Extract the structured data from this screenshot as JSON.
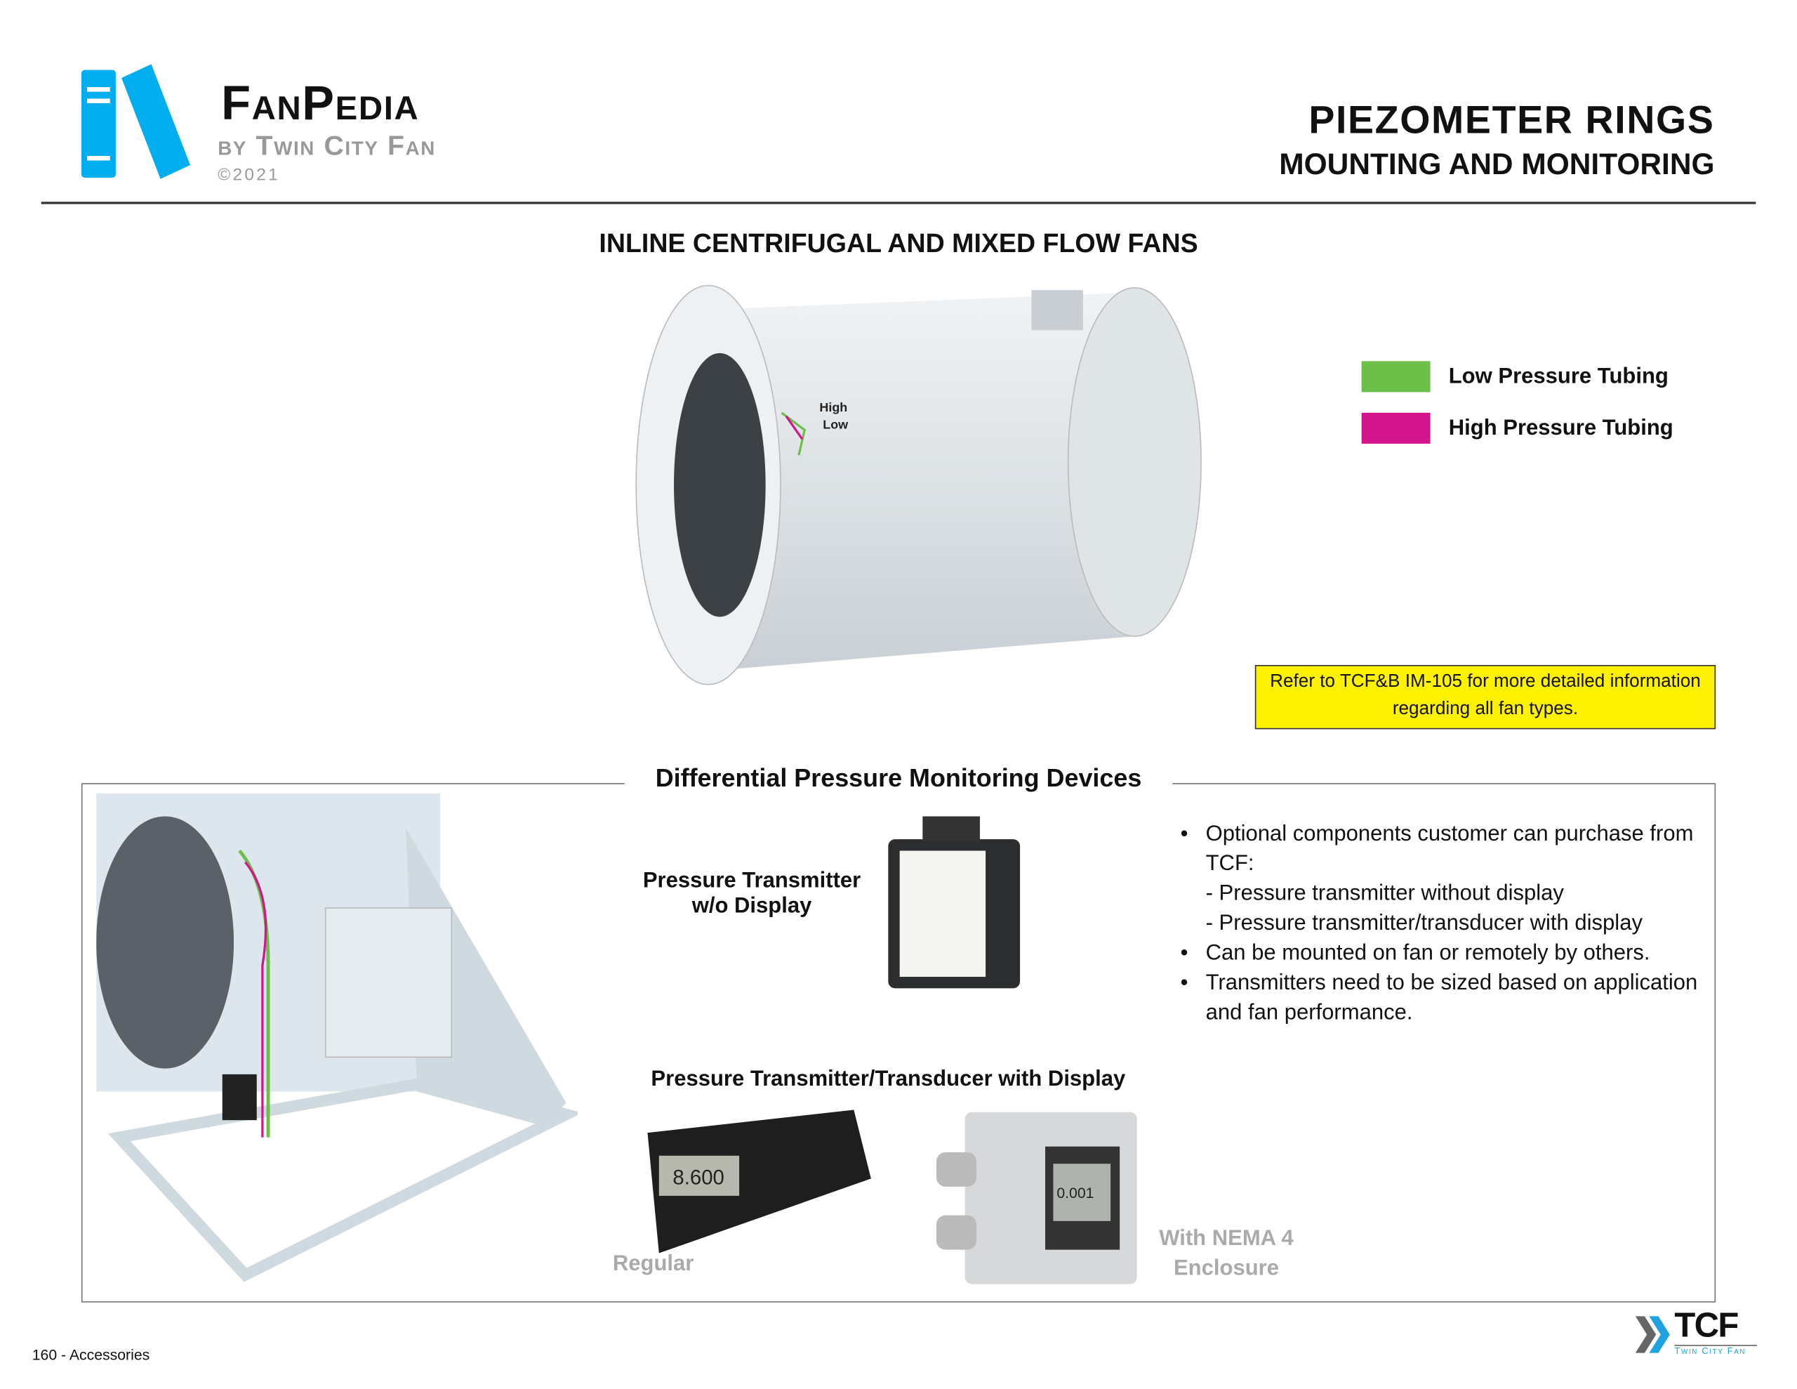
{
  "logo": {
    "title": "FanPedia",
    "subtitle": "by Twin City Fan",
    "copyright": "©2021"
  },
  "header": {
    "title": "PIEZOMETER RINGS",
    "subtitle": "MOUNTING AND MONITORING"
  },
  "section_title": "INLINE CENTRIFUGAL AND MIXED FLOW FANS",
  "fan_labels": {
    "high": "High",
    "low": "Low"
  },
  "legend": [
    {
      "label": "Low Pressure Tubing",
      "color": "#6cc04a"
    },
    {
      "label": "High Pressure Tubing",
      "color": "#d4148c"
    }
  ],
  "note": "Refer to TCF&B IM-105 for more detailed information regarding all fan types.",
  "devices": {
    "title": "Differential Pressure Monitoring Devices",
    "transmitter_label": "Pressure Transmitter w/o Display",
    "display_label": "Pressure Transmitter/Transducer with Display",
    "regular": "Regular",
    "nema": "With NEMA 4 Enclosure",
    "readout_regular": "8.600",
    "readout_nema": "0.001",
    "bullets": [
      "Optional components customer can purchase from TCF:",
      "- Pressure transmitter without display",
      "- Pressure transmitter/transducer with display",
      "Can be mounted on fan or remotely by others.",
      "Transmitters need to be sized based on application and fan performance."
    ]
  },
  "footer": {
    "page": "160 - Accessories",
    "brand": "TCF",
    "brand_sub": "Twin City Fan"
  }
}
